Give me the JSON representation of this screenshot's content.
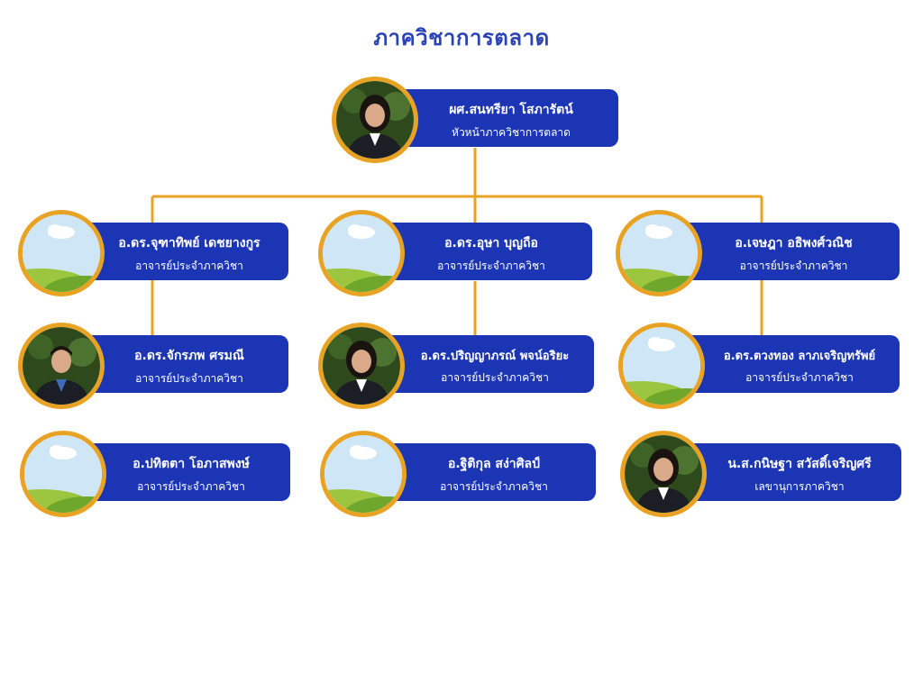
{
  "title": "ภาควิชาการตลาด",
  "colors": {
    "bar": "#1b35b5",
    "ring": "#e9a324",
    "line": "#e9a324",
    "title": "#2a44b8"
  },
  "head": {
    "name": "ผศ.สนทรียา โสภารัตน์",
    "role": "หัวหน้าภาควิชาการตลาด",
    "avatar": "person-photo-woman"
  },
  "members": [
    {
      "name": "อ.ดร.จุฑาทิพย์  เดชยางกูร",
      "role": "อาจารย์ประจำภาควิชา",
      "avatar": "placeholder-landscape"
    },
    {
      "name": "อ.ดร.อุษา  บุญถือ",
      "role": "อาจารย์ประจำภาควิชา",
      "avatar": "placeholder-landscape"
    },
    {
      "name": "อ.เจษฎา  อธิพงศ์วณิช",
      "role": "อาจารย์ประจำภาควิชา",
      "avatar": "placeholder-landscape"
    },
    {
      "name": "อ.ดร.จักรภพ  ศรมณี",
      "role": "อาจารย์ประจำภาควิชา",
      "avatar": "person-photo-man"
    },
    {
      "name": "อ.ดร.ปริญญาภรณ์  พจน์อริยะ",
      "role": "อาจารย์ประจำภาควิชา",
      "avatar": "person-photo-woman"
    },
    {
      "name": "อ.ดร.ตวงทอง  ลาภเจริญทรัพย์",
      "role": "อาจารย์ประจำภาควิชา",
      "avatar": "placeholder-landscape"
    },
    {
      "name": "อ.ปทิตตา  โอภาสพงษ์",
      "role": "อาจารย์ประจำภาควิชา",
      "avatar": "placeholder-landscape"
    },
    {
      "name": "อ.ฐิติกุล  สง่าศิลป์",
      "role": "อาจารย์ประจำภาควิชา",
      "avatar": "placeholder-landscape"
    },
    {
      "name": "น.ส.กนิษฐา  สวัสดิ์เจริญศรี",
      "role": "เลขานุการภาควิชา",
      "avatar": "person-photo-woman"
    }
  ]
}
